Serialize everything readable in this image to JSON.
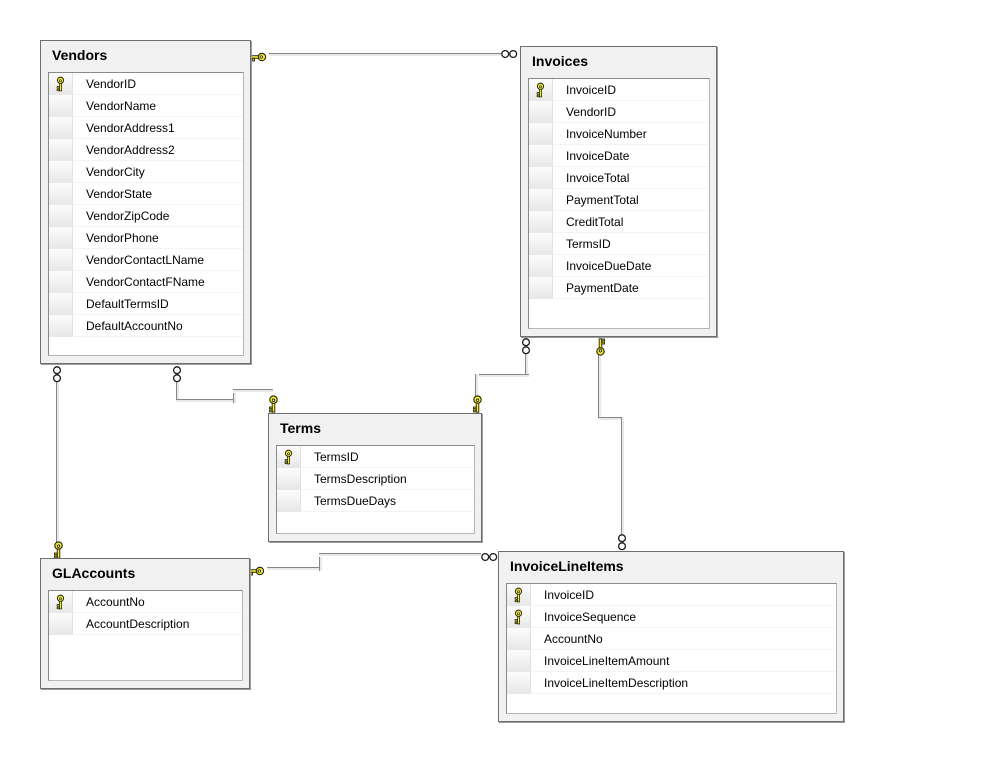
{
  "diagram": {
    "kind": "database-diagram",
    "colors": {
      "canvas_bg": "#ffffff",
      "table_header_bg": "#f1f1f1",
      "table_border": "#6e6e6e",
      "row_bg": "#ffffff",
      "relationship_line": "#e9e9e9",
      "key_yellow": "#f4ea39"
    },
    "icons": {
      "primary_key": "key-icon",
      "one_cardinality": "key-icon",
      "many_cardinality": "infinity-icon"
    }
  },
  "tables": [
    {
      "name": "Vendors",
      "title": "Vendors",
      "columns": [
        {
          "name": "VendorID",
          "is_pk": true
        },
        {
          "name": "VendorName",
          "is_pk": false
        },
        {
          "name": "VendorAddress1",
          "is_pk": false
        },
        {
          "name": "VendorAddress2",
          "is_pk": false
        },
        {
          "name": "VendorCity",
          "is_pk": false
        },
        {
          "name": "VendorState",
          "is_pk": false
        },
        {
          "name": "VendorZipCode",
          "is_pk": false
        },
        {
          "name": "VendorPhone",
          "is_pk": false
        },
        {
          "name": "VendorContactLName",
          "is_pk": false
        },
        {
          "name": "VendorContactFName",
          "is_pk": false
        },
        {
          "name": "DefaultTermsID",
          "is_pk": false
        },
        {
          "name": "DefaultAccountNo",
          "is_pk": false
        }
      ]
    },
    {
      "name": "Invoices",
      "title": "Invoices",
      "columns": [
        {
          "name": "InvoiceID",
          "is_pk": true
        },
        {
          "name": "VendorID",
          "is_pk": false
        },
        {
          "name": "InvoiceNumber",
          "is_pk": false
        },
        {
          "name": "InvoiceDate",
          "is_pk": false
        },
        {
          "name": "InvoiceTotal",
          "is_pk": false
        },
        {
          "name": "PaymentTotal",
          "is_pk": false
        },
        {
          "name": "CreditTotal",
          "is_pk": false
        },
        {
          "name": "TermsID",
          "is_pk": false
        },
        {
          "name": "InvoiceDueDate",
          "is_pk": false
        },
        {
          "name": "PaymentDate",
          "is_pk": false
        }
      ]
    },
    {
      "name": "Terms",
      "title": "Terms",
      "columns": [
        {
          "name": "TermsID",
          "is_pk": true
        },
        {
          "name": "TermsDescription",
          "is_pk": false
        },
        {
          "name": "TermsDueDays",
          "is_pk": false
        }
      ]
    },
    {
      "name": "GLAccounts",
      "title": "GLAccounts",
      "columns": [
        {
          "name": "AccountNo",
          "is_pk": true
        },
        {
          "name": "AccountDescription",
          "is_pk": false
        }
      ]
    },
    {
      "name": "InvoiceLineItems",
      "title": "InvoiceLineItems",
      "columns": [
        {
          "name": "InvoiceID",
          "is_pk": true
        },
        {
          "name": "InvoiceSequence",
          "is_pk": true
        },
        {
          "name": "AccountNo",
          "is_pk": false
        },
        {
          "name": "InvoiceLineItemAmount",
          "is_pk": false
        },
        {
          "name": "InvoiceLineItemDescription",
          "is_pk": false
        }
      ]
    }
  ],
  "relationships": [
    {
      "one_side": "Vendors",
      "many_side": "Invoices",
      "one_endpoint": "key-icon",
      "many_endpoint": "infinity-icon"
    },
    {
      "one_side": "GLAccounts",
      "many_side": "Vendors",
      "one_endpoint": "key-icon",
      "many_endpoint": "infinity-icon"
    },
    {
      "one_side": "Terms",
      "many_side": "Vendors",
      "one_endpoint": "key-icon",
      "many_endpoint": "infinity-icon"
    },
    {
      "one_side": "Terms",
      "many_side": "Invoices",
      "one_endpoint": "key-icon",
      "many_endpoint": "infinity-icon"
    },
    {
      "one_side": "Invoices",
      "many_side": "InvoiceLineItems",
      "one_endpoint": "key-icon",
      "many_endpoint": "infinity-icon"
    },
    {
      "one_side": "GLAccounts",
      "many_side": "InvoiceLineItems",
      "one_endpoint": "key-icon",
      "many_endpoint": "infinity-icon"
    }
  ]
}
